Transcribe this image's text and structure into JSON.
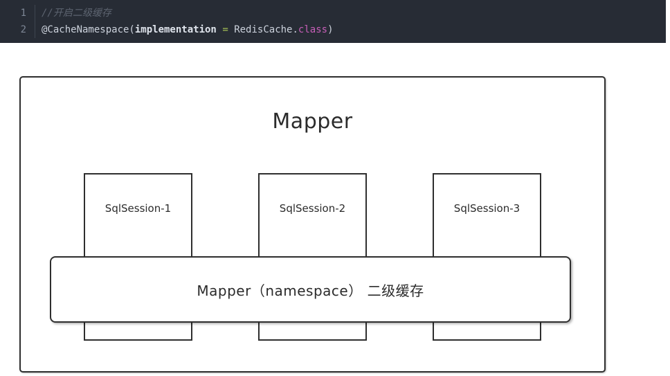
{
  "code_editor": {
    "background": "#272c35",
    "lines": [
      {
        "number": "1",
        "tokens": [
          {
            "text": "//开启二级缓存",
            "type": "comment"
          }
        ]
      },
      {
        "number": "2",
        "tokens": [
          {
            "text": "@CacheNamespace(",
            "type": "plain"
          },
          {
            "text": "implementation",
            "type": "param"
          },
          {
            "text": " ",
            "type": "plain"
          },
          {
            "text": "=",
            "type": "operator"
          },
          {
            "text": " ",
            "type": "plain"
          },
          {
            "text": "RedisCache",
            "type": "plain"
          },
          {
            "text": ".",
            "type": "plain"
          },
          {
            "text": "class",
            "type": "keyword"
          },
          {
            "text": ")",
            "type": "plain"
          }
        ]
      }
    ],
    "colors": {
      "line_number": "#7d8695",
      "comment": "#5d6470",
      "plain": "#ccd2dc",
      "operator": "#a3be55",
      "keyword": "#c75fb8"
    }
  },
  "diagram": {
    "mapper_title": "Mapper",
    "sessions": [
      {
        "label": "SqlSession-1"
      },
      {
        "label": "SqlSession-2"
      },
      {
        "label": "SqlSession-3"
      }
    ],
    "cache_label": "Mapper（namespace） 二级缓存",
    "border_color": "#2e2e2e",
    "text_color": "#2b2b2b"
  }
}
